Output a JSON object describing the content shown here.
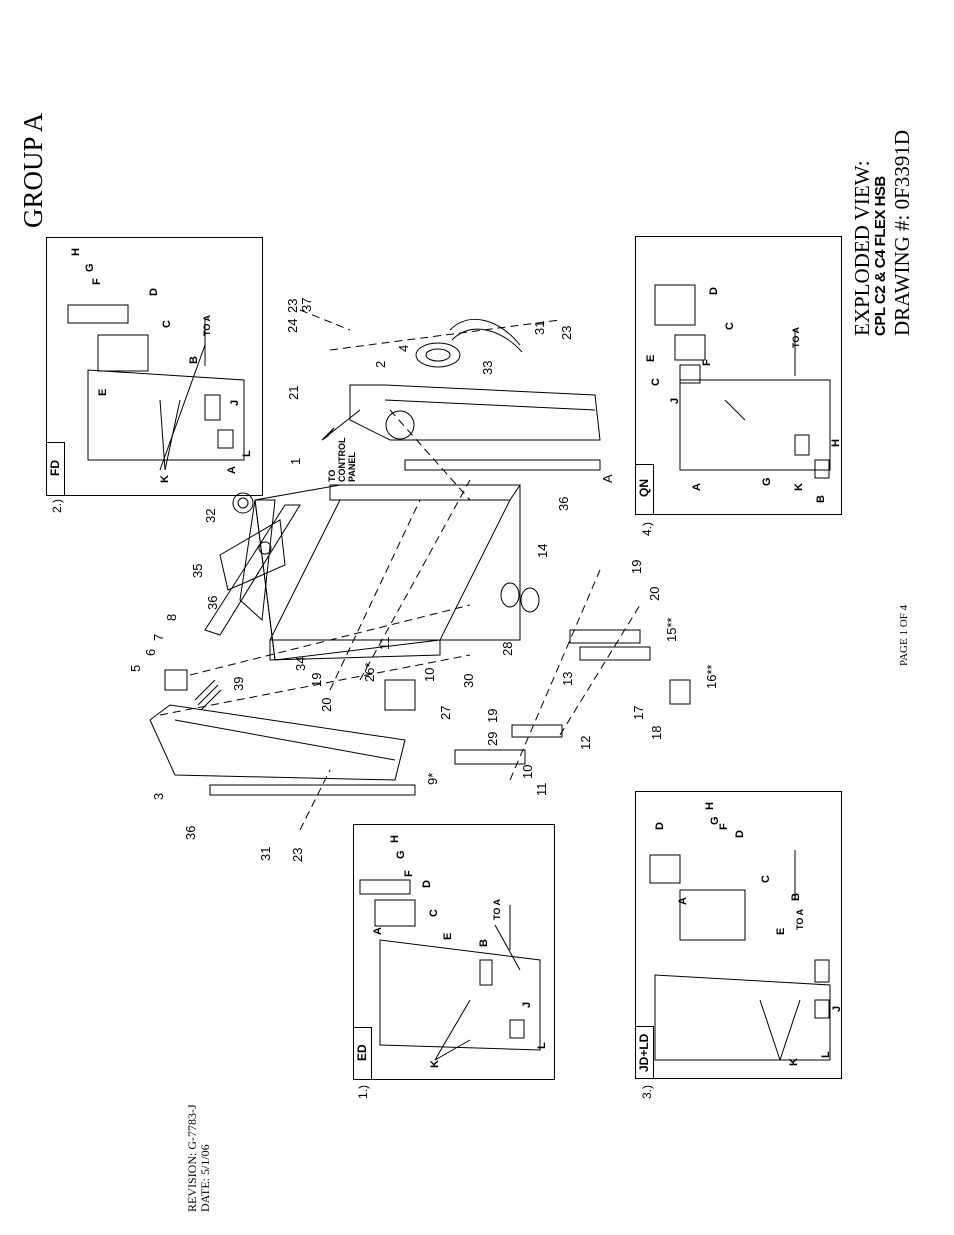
{
  "header": {
    "group_title": "GROUP A",
    "exploded_view": "EXPLODED VIEW:",
    "model": "CPL C2 & C4 FLEX HSB",
    "drawing_no": "DRAWING #: 0F3391D"
  },
  "footer": {
    "page": "PAGE 1 OF 4",
    "revision": "REVISION: G-7783-J",
    "date": "DATE: 5/1/06"
  },
  "insets": [
    {
      "num": "1.)",
      "tab": "ED"
    },
    {
      "num": "2.)",
      "tab": "FD"
    },
    {
      "num": "3.)",
      "tab": "JD+LD"
    },
    {
      "num": "4.)",
      "tab": "QN"
    }
  ],
  "letters": {
    "A": "A",
    "B": "B",
    "C": "C",
    "D": "D",
    "E": "E",
    "F": "F",
    "G": "G",
    "H": "H",
    "J": "J",
    "K": "K",
    "L": "L"
  },
  "to_a": "TO A",
  "to_control": {
    "l1": "TO",
    "l2": "CONTROL",
    "l3": "PANEL"
  },
  "callouts": {
    "c1": "1",
    "c2": "2",
    "c3": "3",
    "c4": "4",
    "c5": "5",
    "c6": "6",
    "c7": "7",
    "c8": "8",
    "c9": "9*",
    "c10": "10",
    "c11": "11",
    "c12": "12",
    "c13": "13",
    "c14": "14",
    "c15": "15**",
    "c16": "16**",
    "c17": "17",
    "c18": "18",
    "c19": "19",
    "c20": "20",
    "c21": "21",
    "c23": "23",
    "c24": "24",
    "c26": "26*",
    "c27": "27",
    "c28": "28",
    "c29": "29",
    "c30": "30",
    "c31": "31",
    "c32": "32",
    "c33": "33",
    "c34": "34",
    "c35": "35",
    "c36": "36",
    "c37": "37",
    "c39": "39"
  }
}
